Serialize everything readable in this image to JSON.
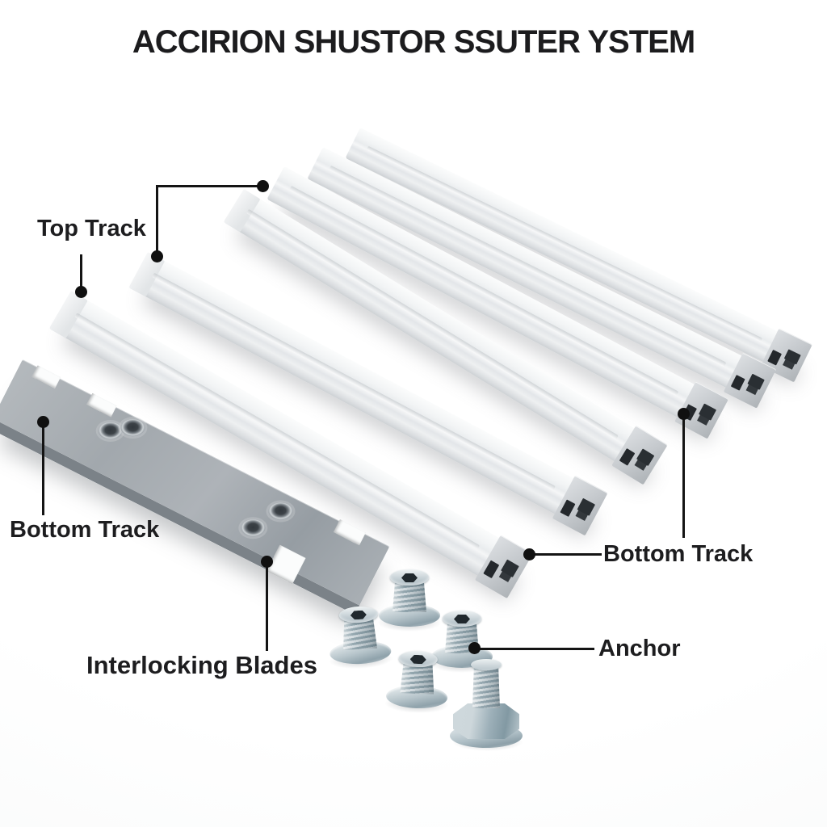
{
  "title": "ACCIRION SHUSTOR SSUTER YSTEM",
  "labels": {
    "top_track": "Top Track",
    "bottom_track_left": "Bottom Track",
    "bottom_track_right": "Bottom Track",
    "interlocking_blades": "Interlocking Blades",
    "anchor": "Anchor"
  },
  "parts": {
    "rails_count": 6,
    "anchor_bolts_count": 5,
    "plate_holes_count": 4
  },
  "colors": {
    "background": "#fbfcfc",
    "text": "#1d1d1f",
    "leader": "#141414",
    "rail_light": "#f4f5f6",
    "rail_side": "#e3e6e9",
    "end_cap": "#c4c8cc",
    "slot_dark": "#24282c",
    "plate_gray": "#a6acb1",
    "plate_edge": "#7b8288",
    "bolt_steel": "#b6c4ca"
  }
}
